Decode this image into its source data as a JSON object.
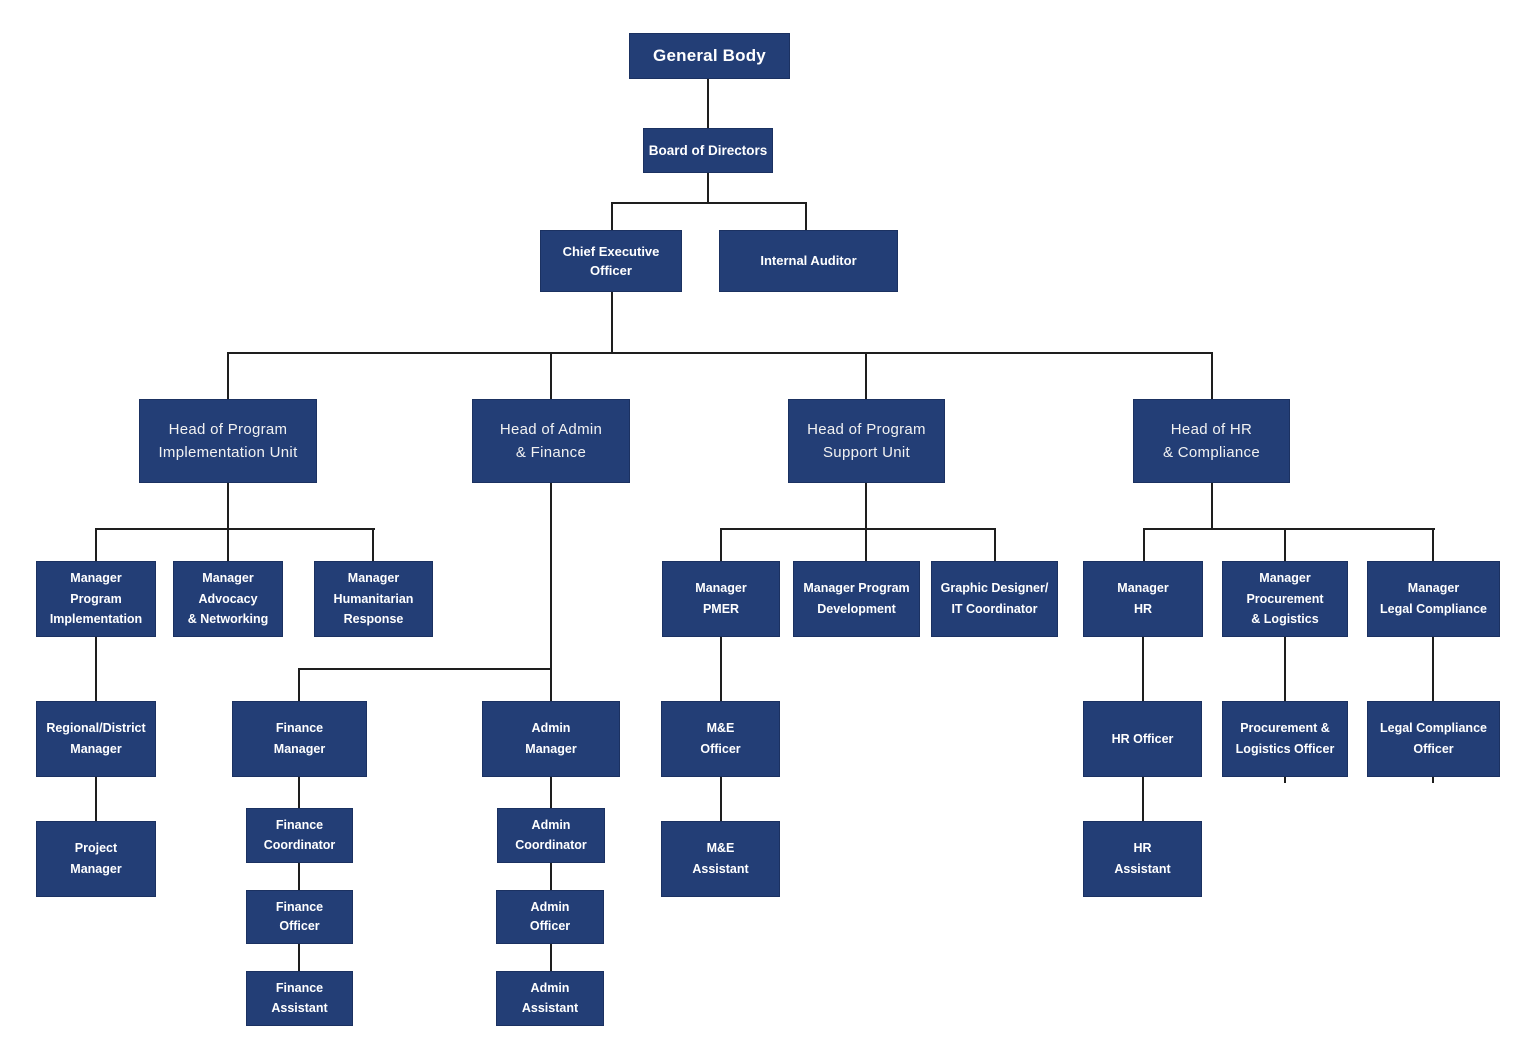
{
  "colors": {
    "box_fill": "#233e76",
    "box_border": "#1b3161",
    "line_color": "#1e1e1e",
    "text_color": "#ffffff",
    "bg": "#ffffff"
  },
  "nodes": {
    "general_body": {
      "label": "General Body"
    },
    "board": {
      "label": "Board of Directors"
    },
    "ceo": {
      "label": "Chief Executive\nOfficer"
    },
    "internal_auditor": {
      "label": "Internal Auditor"
    },
    "head_program_impl": {
      "label": "Head of Program\nImplementation Unit"
    },
    "head_admin_finance": {
      "label": "Head of Admin\n& Finance"
    },
    "head_program_support": {
      "label": "Head of Program\nSupport Unit"
    },
    "head_hr_compliance": {
      "label": "Head of HR\n& Compliance"
    },
    "mgr_program_impl": {
      "label": "Manager\nProgram\nImplementation"
    },
    "mgr_advocacy": {
      "label": "Manager\nAdvocacy\n& Networking"
    },
    "mgr_humanitarian": {
      "label": "Manager\nHumanitarian\nResponse"
    },
    "regional_manager": {
      "label": "Regional/District\nManager"
    },
    "project_manager": {
      "label": "Project\nManager"
    },
    "finance_manager": {
      "label": "Finance\nManager"
    },
    "finance_coordinator": {
      "label": "Finance\nCoordinator"
    },
    "finance_officer": {
      "label": "Finance\nOfficer"
    },
    "finance_assistant": {
      "label": "Finance\nAssistant"
    },
    "admin_manager": {
      "label": "Admin\nManager"
    },
    "admin_coordinator": {
      "label": "Admin\nCoordinator"
    },
    "admin_officer": {
      "label": "Admin\nOfficer"
    },
    "admin_assistant": {
      "label": "Admin\nAssistant"
    },
    "mgr_pmer": {
      "label": "Manager\nPMER"
    },
    "mgr_program_dev": {
      "label": "Manager Program\nDevelopment"
    },
    "graphic_designer_it": {
      "label": "Graphic Designer/\nIT Coordinator"
    },
    "me_officer": {
      "label": "M&E\nOfficer"
    },
    "me_assistant": {
      "label": "M&E\nAssistant"
    },
    "mgr_hr": {
      "label": "Manager\nHR"
    },
    "mgr_procurement": {
      "label": "Manager\nProcurement\n& Logistics"
    },
    "mgr_legal": {
      "label": "Manager\nLegal Compliance"
    },
    "hr_officer": {
      "label": "HR Officer"
    },
    "pl_officer": {
      "label": "Procurement &\nLogistics Officer"
    },
    "lc_officer": {
      "label": "Legal Compliance\nOfficer"
    },
    "hr_assistant": {
      "label": "HR\nAssistant"
    }
  }
}
